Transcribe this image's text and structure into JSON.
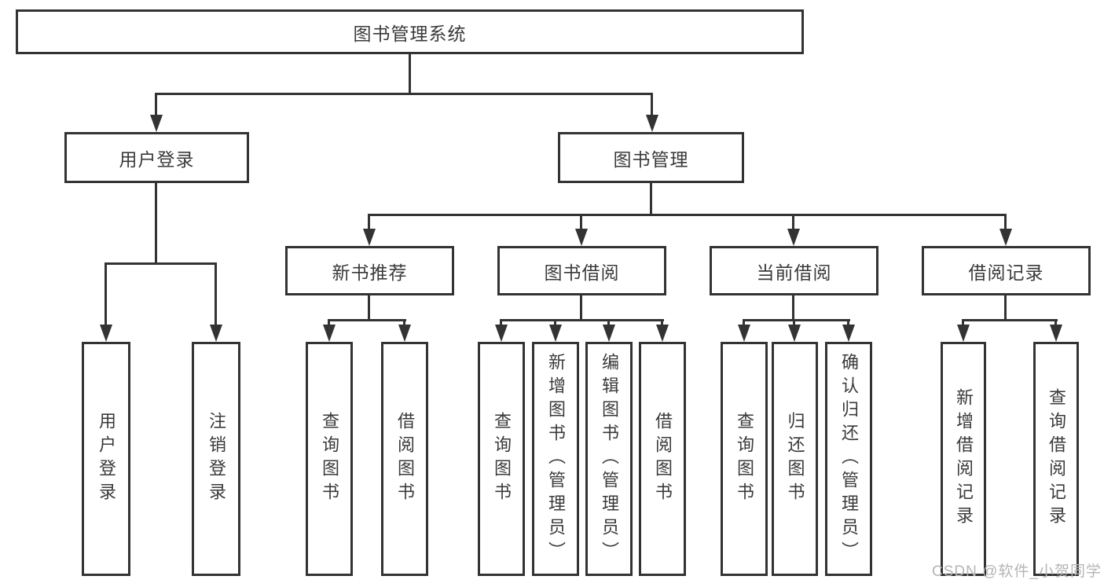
{
  "colors": {
    "line": "#333333",
    "text": "#3a3a3a",
    "watermark": "#b5b5b5",
    "background": "#ffffff"
  },
  "watermark": "CSDN @软件_小贺同学",
  "tree": {
    "root": {
      "label": "图书管理系统"
    },
    "branches": [
      {
        "label": "用户登录",
        "children": [
          {
            "label": "用户登录"
          },
          {
            "label": "注销登录"
          }
        ]
      },
      {
        "label": "图书管理",
        "children": [
          {
            "label": "新书推荐",
            "children": [
              {
                "label": "查询图书"
              },
              {
                "label": "借阅图书"
              }
            ]
          },
          {
            "label": "图书借阅",
            "children": [
              {
                "label": "查询图书"
              },
              {
                "label": "新增图书（管理员）"
              },
              {
                "label": "编辑图书（管理员）"
              },
              {
                "label": "借阅图书"
              }
            ]
          },
          {
            "label": "当前借阅",
            "children": [
              {
                "label": "查询图书"
              },
              {
                "label": "归还图书"
              },
              {
                "label": "确认归还（管理员）"
              }
            ]
          },
          {
            "label": "借阅记录",
            "children": [
              {
                "label": "新增借阅记录"
              },
              {
                "label": "查询借阅记录"
              }
            ]
          }
        ]
      }
    ]
  }
}
